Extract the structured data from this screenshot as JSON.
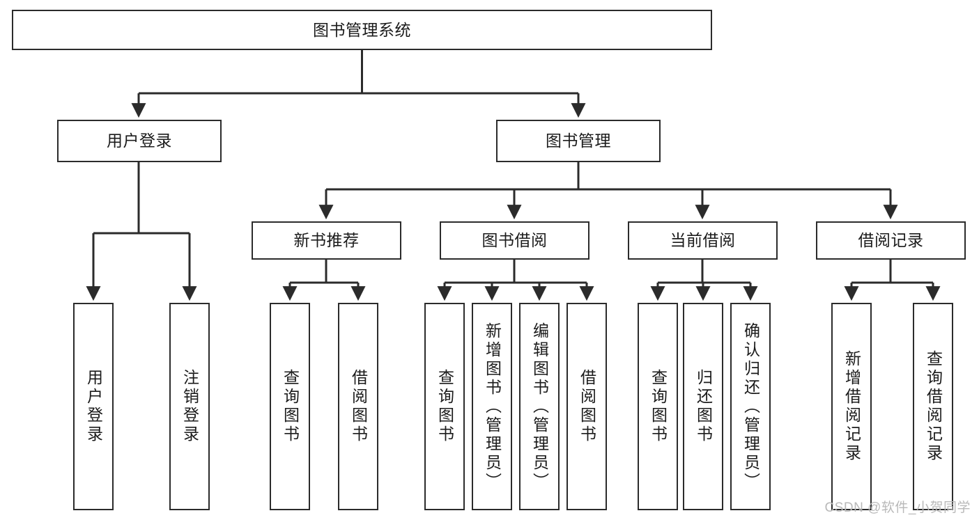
{
  "diagram": {
    "title": "图书管理系统",
    "type": "hierarchy-tree",
    "root": {
      "label": "图书管理系统"
    },
    "level2": [
      {
        "label": "用户登录"
      },
      {
        "label": "图书管理"
      }
    ],
    "level3": [
      {
        "label": "新书推荐"
      },
      {
        "label": "图书借阅"
      },
      {
        "label": "当前借阅"
      },
      {
        "label": "借阅记录"
      }
    ],
    "leaves": {
      "user_login": [
        {
          "label": "用户登录"
        },
        {
          "label": "注销登录"
        }
      ],
      "new_book_recommend": [
        {
          "label": "查询图书"
        },
        {
          "label": "借阅图书"
        }
      ],
      "book_borrow": [
        {
          "label": "查询图书"
        },
        {
          "label": "新增图书（管理员）"
        },
        {
          "label": "编辑图书（管理员）"
        },
        {
          "label": "借阅图书"
        }
      ],
      "current_borrow": [
        {
          "label": "查询图书"
        },
        {
          "label": "归还图书"
        },
        {
          "label": "确认归还（管理员）"
        }
      ],
      "borrow_record": [
        {
          "label": "新增借阅记录"
        },
        {
          "label": "查询借阅记录"
        }
      ]
    }
  },
  "watermark": {
    "text": "CSDN @软件_小贺同学"
  },
  "colors": {
    "stroke": "#2b2b2b",
    "background": "#ffffff",
    "text": "#1b1b1b",
    "watermark": "#b9b9b9"
  }
}
